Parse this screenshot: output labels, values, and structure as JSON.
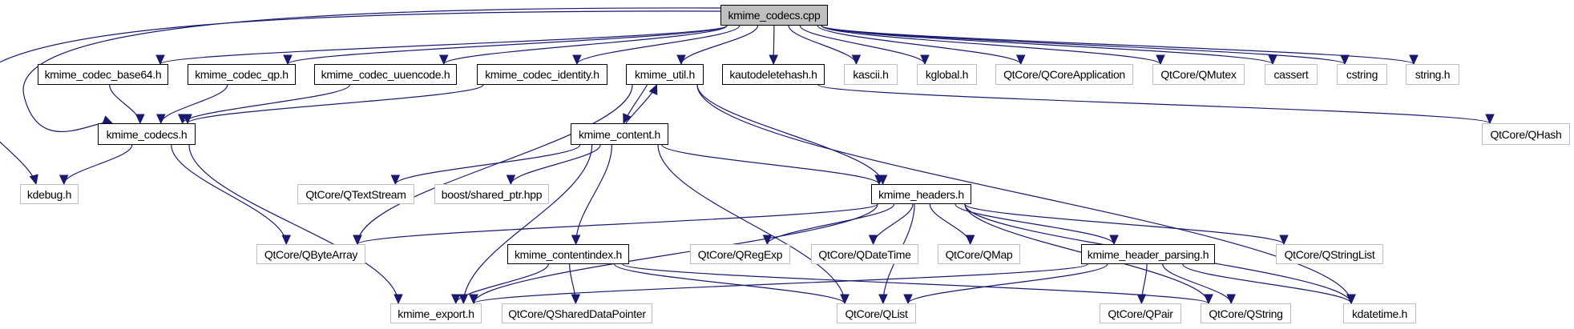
{
  "colors": {
    "edge": "#191970",
    "root_fill": "#bfbfbf",
    "external_border": "#bfbfbf",
    "internal_border": "#000000"
  },
  "nodes": [
    {
      "id": "cpp",
      "label": "kmime_codecs.cpp",
      "kind": "root"
    },
    {
      "id": "base64",
      "label": "kmime_codec_base64.h",
      "kind": "internal"
    },
    {
      "id": "qp",
      "label": "kmime_codec_qp.h",
      "kind": "internal"
    },
    {
      "id": "uuencode",
      "label": "kmime_codec_uuencode.h",
      "kind": "internal"
    },
    {
      "id": "identity",
      "label": "kmime_codec_identity.h",
      "kind": "internal"
    },
    {
      "id": "util",
      "label": "kmime_util.h",
      "kind": "internal"
    },
    {
      "id": "kautodeletehash",
      "label": "kautodeletehash.h",
      "kind": "internal"
    },
    {
      "id": "kascii",
      "label": "kascii.h",
      "kind": "external"
    },
    {
      "id": "kglobal",
      "label": "kglobal.h",
      "kind": "external"
    },
    {
      "id": "qcoreapp",
      "label": "QtCore/QCoreApplication",
      "kind": "external"
    },
    {
      "id": "qmutex",
      "label": "QtCore/QMutex",
      "kind": "external"
    },
    {
      "id": "cassert",
      "label": "cassert",
      "kind": "external"
    },
    {
      "id": "cstring",
      "label": "cstring",
      "kind": "external"
    },
    {
      "id": "stringh",
      "label": "string.h",
      "kind": "external"
    },
    {
      "id": "codecs",
      "label": "kmime_codecs.h",
      "kind": "internal"
    },
    {
      "id": "content",
      "label": "kmime_content.h",
      "kind": "internal"
    },
    {
      "id": "qhash",
      "label": "QtCore/QHash",
      "kind": "external"
    },
    {
      "id": "kdebug",
      "label": "kdebug.h",
      "kind": "external"
    },
    {
      "id": "qtextstream",
      "label": "QtCore/QTextStream",
      "kind": "external"
    },
    {
      "id": "boost",
      "label": "boost/shared_ptr.hpp",
      "kind": "external"
    },
    {
      "id": "headers",
      "label": "kmime_headers.h",
      "kind": "internal"
    },
    {
      "id": "qbytearray",
      "label": "QtCore/QByteArray",
      "kind": "external"
    },
    {
      "id": "contentindex",
      "label": "kmime_contentindex.h",
      "kind": "internal"
    },
    {
      "id": "qregexp",
      "label": "QtCore/QRegExp",
      "kind": "external"
    },
    {
      "id": "qdatetime",
      "label": "QtCore/QDateTime",
      "kind": "external"
    },
    {
      "id": "qmap",
      "label": "QtCore/QMap",
      "kind": "external"
    },
    {
      "id": "headerparsing",
      "label": "kmime_header_parsing.h",
      "kind": "internal"
    },
    {
      "id": "qstringlist",
      "label": "QtCore/QStringList",
      "kind": "external"
    },
    {
      "id": "export",
      "label": "kmime_export.h",
      "kind": "external"
    },
    {
      "id": "qshared",
      "label": "QtCore/QSharedDataPointer",
      "kind": "external"
    },
    {
      "id": "qlist",
      "label": "QtCore/QList",
      "kind": "external"
    },
    {
      "id": "qpair",
      "label": "QtCore/QPair",
      "kind": "external"
    },
    {
      "id": "qstring",
      "label": "QtCore/QString",
      "kind": "external"
    },
    {
      "id": "kdatetime",
      "label": "kdatetime.h",
      "kind": "external"
    }
  ],
  "edges": [
    [
      "cpp",
      "base64"
    ],
    [
      "cpp",
      "qp"
    ],
    [
      "cpp",
      "uuencode"
    ],
    [
      "cpp",
      "identity"
    ],
    [
      "cpp",
      "util"
    ],
    [
      "cpp",
      "kautodeletehash"
    ],
    [
      "cpp",
      "kascii"
    ],
    [
      "cpp",
      "kglobal"
    ],
    [
      "cpp",
      "qcoreapp"
    ],
    [
      "cpp",
      "qmutex"
    ],
    [
      "cpp",
      "cassert"
    ],
    [
      "cpp",
      "cstring"
    ],
    [
      "cpp",
      "stringh"
    ],
    [
      "cpp",
      "codecs"
    ],
    [
      "cpp",
      "kdebug"
    ],
    [
      "base64",
      "codecs"
    ],
    [
      "qp",
      "codecs"
    ],
    [
      "uuencode",
      "codecs"
    ],
    [
      "identity",
      "codecs"
    ],
    [
      "codecs",
      "kdebug"
    ],
    [
      "codecs",
      "qbytearray"
    ],
    [
      "codecs",
      "export"
    ],
    [
      "util",
      "content"
    ],
    [
      "util",
      "headers"
    ],
    [
      "util",
      "qbytearray"
    ],
    [
      "util",
      "kdatetime"
    ],
    [
      "kautodeletehash",
      "qhash"
    ],
    [
      "content",
      "util"
    ],
    [
      "content",
      "qtextstream"
    ],
    [
      "content",
      "boost"
    ],
    [
      "content",
      "headers"
    ],
    [
      "content",
      "export"
    ],
    [
      "content",
      "contentindex"
    ],
    [
      "content",
      "qlist"
    ],
    [
      "headers",
      "qbytearray"
    ],
    [
      "headers",
      "export"
    ],
    [
      "headers",
      "qregexp"
    ],
    [
      "headers",
      "qdatetime"
    ],
    [
      "headers",
      "qmap"
    ],
    [
      "headers",
      "qlist"
    ],
    [
      "headers",
      "headerparsing"
    ],
    [
      "headers",
      "qstringlist"
    ],
    [
      "headers",
      "qstring"
    ],
    [
      "headers",
      "kdatetime"
    ],
    [
      "contentindex",
      "export"
    ],
    [
      "contentindex",
      "qshared"
    ],
    [
      "contentindex",
      "qlist"
    ],
    [
      "contentindex",
      "qstring"
    ],
    [
      "headerparsing",
      "export"
    ],
    [
      "headerparsing",
      "qlist"
    ],
    [
      "headerparsing",
      "qpair"
    ],
    [
      "headerparsing",
      "qstring"
    ],
    [
      "headerparsing",
      "kdatetime"
    ]
  ]
}
